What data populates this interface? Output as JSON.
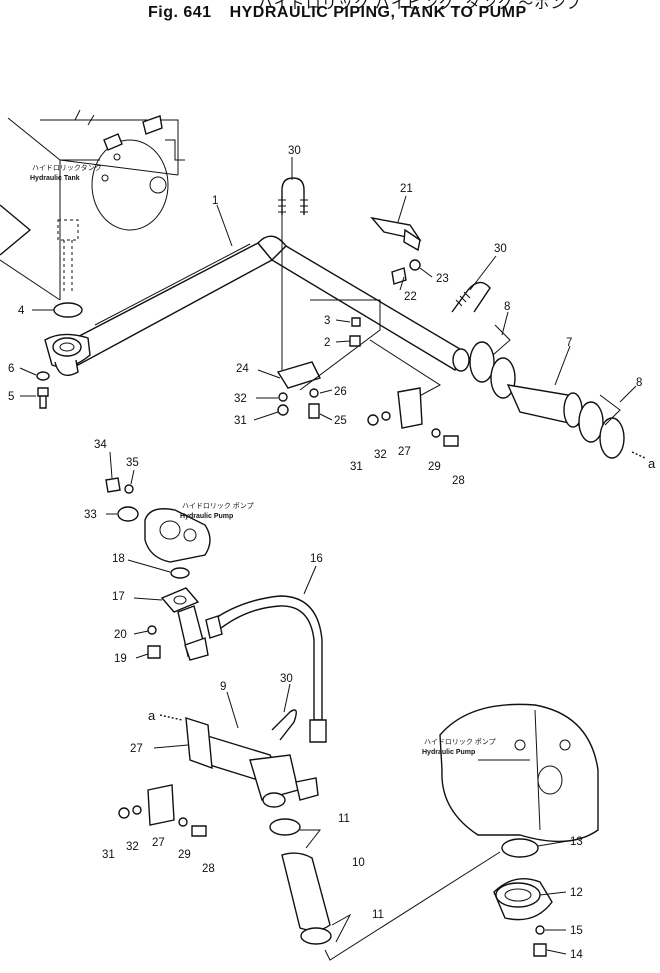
{
  "header": {
    "jp_title": "ハイドロリック パイピング, タンク ～ポンプ",
    "fig_label": "Fig. 641",
    "title": "HYDRAULIC PIPING, TANK TO PUMP"
  },
  "labels": {
    "tank_jp": "ハイドロリックタンク",
    "tank_en": "Hydraulic Tank",
    "pump_jp": "ハイドロリック ポンプ",
    "pump_en": "Hydraulic Pump",
    "pump2_jp": "ハイドロリック ポンプ",
    "pump2_en": "Hydraulic Pump",
    "ref_a1": "a",
    "ref_a2": "a"
  },
  "callouts": {
    "c1": "1",
    "c2": "2",
    "c3": "3",
    "c4": "4",
    "c5": "5",
    "c6": "6",
    "c7": "7",
    "c8a": "8",
    "c8b": "8",
    "c9": "9",
    "c10": "10",
    "c11a": "11",
    "c11b": "11",
    "c12": "12",
    "c13": "13",
    "c14": "14",
    "c15": "15",
    "c16": "16",
    "c17": "17",
    "c18": "18",
    "c19": "19",
    "c20": "20",
    "c21": "21",
    "c22": "22",
    "c23": "23",
    "c24": "24",
    "c25": "25",
    "c26": "26",
    "c27a": "27",
    "c27b": "27",
    "c27c": "27",
    "c28a": "28",
    "c28b": "28",
    "c29a": "29",
    "c29b": "29",
    "c30a": "30",
    "c30b": "30",
    "c30c": "30",
    "c31a": "31",
    "c31b": "31",
    "c31c": "31",
    "c32a": "32",
    "c32b": "32",
    "c32c": "32",
    "c33": "33",
    "c34": "34",
    "c35": "35"
  }
}
